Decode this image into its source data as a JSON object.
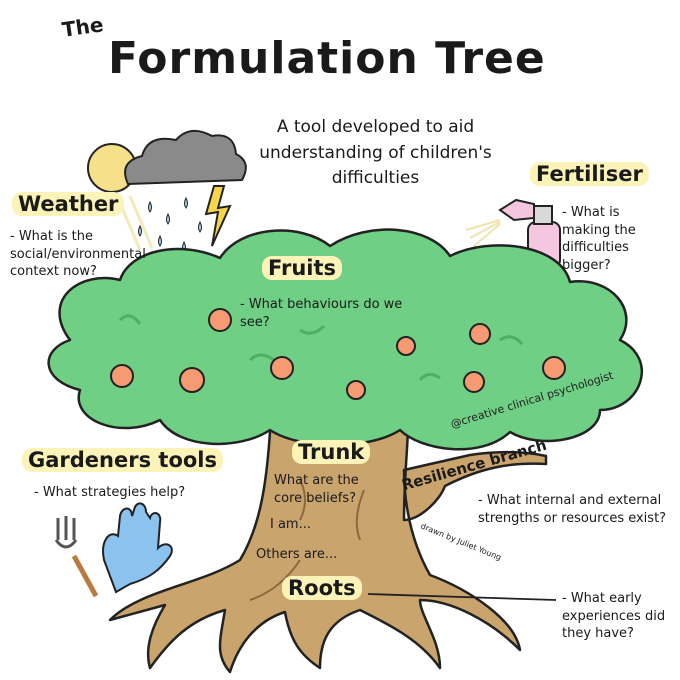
{
  "header": {
    "title_small": "The",
    "title_main": "Formulation Tree",
    "subtitle": "A tool developed to aid understanding of children's difficulties"
  },
  "weather": {
    "heading": "Weather",
    "note": "- What is the social/environmental context now?"
  },
  "fertiliser": {
    "heading": "Fertiliser",
    "note": "- What is making the difficulties bigger?"
  },
  "fruits": {
    "heading": "Fruits",
    "note": "- What behaviours do we see?"
  },
  "gardeners_tools": {
    "heading": "Gardeners tools",
    "note": "- What strategies help?"
  },
  "trunk": {
    "heading": "Trunk",
    "note": "What are the core beliefs?",
    "line1": "I am...",
    "line2": "Others are..."
  },
  "resilience": {
    "heading": "Resilience branch",
    "note": "- What internal and external strengths or resources exist?"
  },
  "roots": {
    "heading": "Roots",
    "note": "- What early experiences did they have?"
  },
  "credits": {
    "handle": "@creative clinical psychologist",
    "artist": "drawn by Juliet Young"
  },
  "colors": {
    "foliage": "#6fcf85",
    "foliage_dark": "#4fae66",
    "trunk": "#c9a46c",
    "fruit": "#f59a72",
    "highlight": "#fbf3b8",
    "cloud": "#8a8a8a",
    "sun": "#f6e08a",
    "spray_bottle": "#f4c6df",
    "glove": "#8cc2ee"
  },
  "icons": [
    "sun-icon",
    "cloud-icon",
    "lightning-icon",
    "spray-bottle-icon",
    "garden-fork-icon",
    "glove-icon"
  ]
}
